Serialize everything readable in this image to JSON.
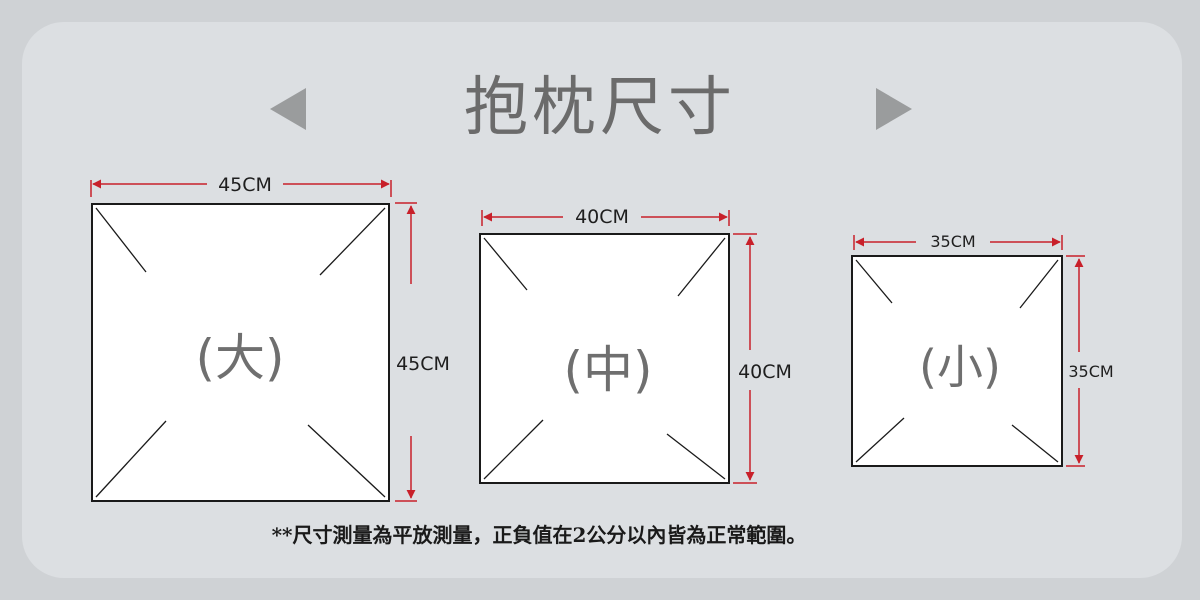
{
  "header": {
    "title": "抱枕尺寸"
  },
  "sizes": [
    {
      "label": "(大)",
      "width": "45CM",
      "height": "45CM"
    },
    {
      "label": "(中)",
      "width": "40CM",
      "height": "40CM"
    },
    {
      "label": "(小)",
      "width": "35CM",
      "height": "35CM"
    }
  ],
  "footer": {
    "note": "**尺寸測量為平放測量，正負值在2公分以內皆為正常範圍。"
  },
  "colors": {
    "background": "#cfd2d5",
    "panel": "#dcdfe2",
    "arrow": "#c8202a",
    "nav": "#9a9c9d",
    "text": "#6b6b6b"
  },
  "icons": {
    "prev": "triangle-left-icon",
    "next": "triangle-right-icon"
  }
}
